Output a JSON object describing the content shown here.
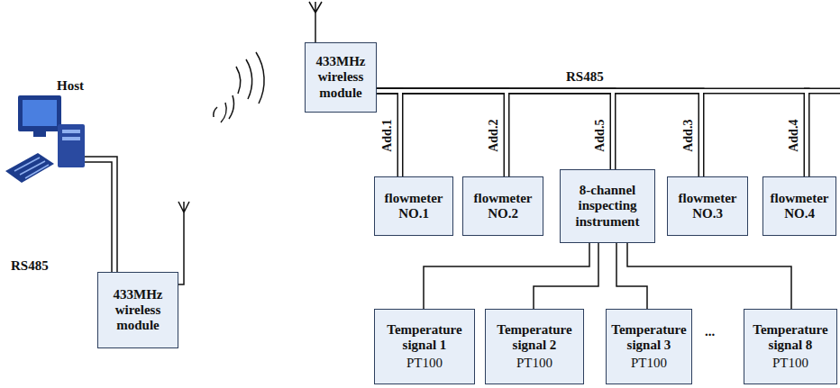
{
  "diagram": {
    "nodes": [
      {
        "text": [
          "433MHz wireless module"
        ]
      },
      {
        "text": [
          "433MHz wireless module"
        ]
      },
      {
        "text": [
          "flowmeter NO.1"
        ]
      },
      {
        "text": [
          "flowmeter NO.2"
        ]
      },
      {
        "text": [
          "8-channel inspecting instrument"
        ]
      },
      {
        "text": [
          "flowmeter NO.3"
        ]
      },
      {
        "text": [
          "flowmeter NO.4"
        ]
      },
      {
        "text": [
          "Temperature signal 1",
          "PT100"
        ]
      },
      {
        "text": [
          "Temperature signal 2",
          "PT100"
        ]
      },
      {
        "text": [
          "Temperature signal 3",
          "PT100"
        ]
      },
      {
        "text": [
          "Temperature signal 8",
          "PT100"
        ]
      }
    ],
    "edges": [
      {
        "from": 1,
        "to": 2,
        "label": "Add.1",
        "arrow": "none"
      },
      {
        "from": 1,
        "to": 3,
        "label": "Add.2",
        "arrow": "none"
      },
      {
        "from": 1,
        "to": 4,
        "label": "Add.5",
        "arrow": "none"
      },
      {
        "from": 1,
        "to": 5,
        "label": "Add.3",
        "arrow": "none"
      },
      {
        "from": 1,
        "to": 6,
        "label": "Add.4",
        "arrow": "none"
      },
      {
        "from": 4,
        "to": 7,
        "arrow": "none"
      },
      {
        "from": 4,
        "to": 8,
        "arrow": "none"
      },
      {
        "from": 4,
        "to": 9,
        "arrow": "none"
      },
      {
        "from": 4,
        "to": 10,
        "arrow": "none"
      }
    ],
    "labels": [
      "Host",
      "RS485",
      "RS485",
      "..."
    ]
  }
}
